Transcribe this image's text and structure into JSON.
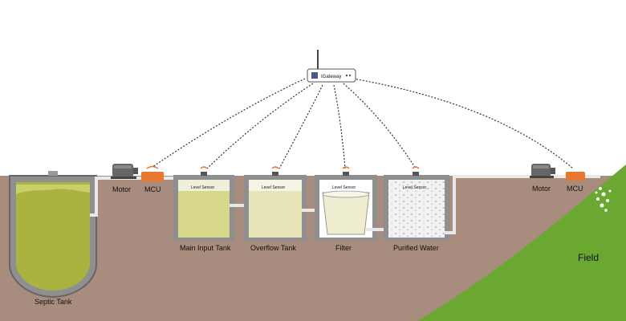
{
  "gateway": {
    "label": "IGateway"
  },
  "tanks": {
    "septic": {
      "label": "Septic Tank"
    },
    "main_input": {
      "label": "Main Input Tank",
      "sensor_label": "Level Sensor"
    },
    "overflow": {
      "label": "Overflow Tank",
      "sensor_label": "Level Sensor"
    },
    "filter": {
      "label": "Filter",
      "sensor_label": "Level Sensor"
    },
    "purified": {
      "label": "Purified Water",
      "sensor_label": "Level Sensor"
    }
  },
  "left_unit": {
    "motor_label": "Motor",
    "mcu_label": "MCU"
  },
  "right_unit": {
    "motor_label": "Motor",
    "mcu_label": "MCU"
  },
  "field": {
    "label": "Field"
  },
  "colors": {
    "soil": "#a88c7d",
    "grass": "#6aa832",
    "wall": "#777777",
    "mcu": "#e9772e",
    "septic_liquid": "#aab33f",
    "input_liquid": "#d7d78a",
    "overflow_liquid": "#e7e5b7",
    "filter_liquid": "#eeedcf"
  }
}
